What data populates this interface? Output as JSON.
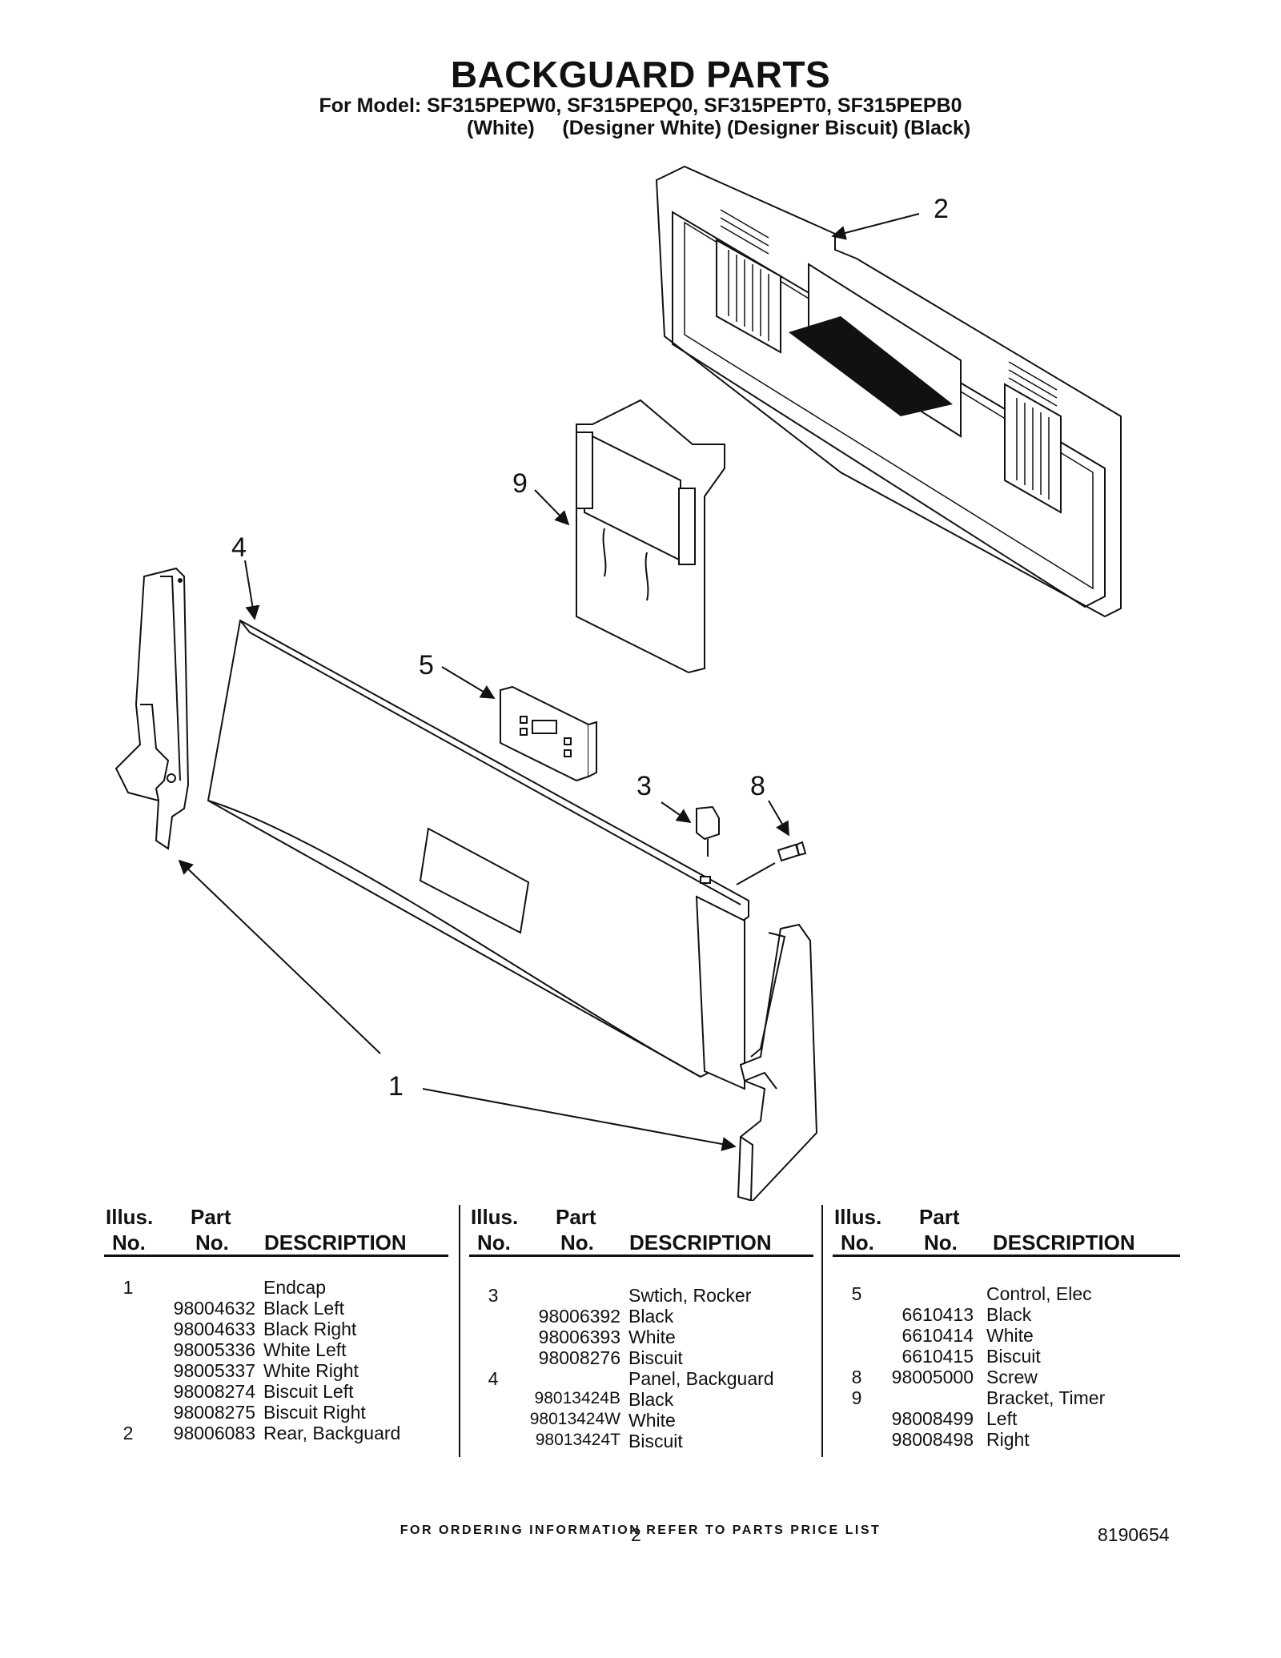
{
  "header": {
    "title": "BACKGUARD PARTS",
    "model_line": "For Model: SF315PEPW0, SF315PEPQ0, SF315PEPT0, SF315PEPB0",
    "color_line": "(White)     (Designer White) (Designer Biscuit) (Black)"
  },
  "diagram": {
    "callouts": [
      "1",
      "2",
      "3",
      "4",
      "5",
      "8",
      "9"
    ]
  },
  "table": {
    "headers": {
      "illus_top": "Illus.",
      "illus_bottom": "No.",
      "part_top": "Part",
      "part_bottom": "No.",
      "description": "DESCRIPTION"
    },
    "columns": [
      {
        "rows": [
          {
            "illus": "1",
            "part": "",
            "desc": "Endcap"
          },
          {
            "illus": "",
            "part": "98004632",
            "desc": "Black Left"
          },
          {
            "illus": "",
            "part": "98004633",
            "desc": "Black Right"
          },
          {
            "illus": "",
            "part": "98005336",
            "desc": "White Left"
          },
          {
            "illus": "",
            "part": "98005337",
            "desc": "White Right"
          },
          {
            "illus": "",
            "part": "98008274",
            "desc": "Biscuit Left"
          },
          {
            "illus": "",
            "part": "98008275",
            "desc": "Biscuit Right"
          },
          {
            "illus": "2",
            "part": "98006083",
            "desc": "Rear, Backguard"
          }
        ]
      },
      {
        "rows": [
          {
            "illus": "3",
            "part": "",
            "desc": "Swtich, Rocker"
          },
          {
            "illus": "",
            "part": "98006392",
            "desc": "Black"
          },
          {
            "illus": "",
            "part": "98006393",
            "desc": "White"
          },
          {
            "illus": "",
            "part": "98008276",
            "desc": "Biscuit"
          },
          {
            "illus": "4",
            "part": "",
            "desc": "Panel, Backguard"
          },
          {
            "illus": "",
            "part": "98013424B",
            "desc": "Black"
          },
          {
            "illus": "",
            "part": "98013424W",
            "desc": "White"
          },
          {
            "illus": "",
            "part": "98013424T",
            "desc": "Biscuit"
          }
        ]
      },
      {
        "rows": [
          {
            "illus": "5",
            "part": "",
            "desc": "Control, Elec"
          },
          {
            "illus": "",
            "part": "6610413",
            "desc": "Black"
          },
          {
            "illus": "",
            "part": "6610414",
            "desc": "White"
          },
          {
            "illus": "",
            "part": "6610415",
            "desc": "Biscuit"
          },
          {
            "illus": "8",
            "part": "98005000",
            "desc": "Screw"
          },
          {
            "illus": "9",
            "part": "",
            "desc": "Bracket, Timer"
          },
          {
            "illus": "",
            "part": "98008499",
            "desc": "Left"
          },
          {
            "illus": "",
            "part": "98008498",
            "desc": "Right"
          }
        ]
      }
    ]
  },
  "footer": {
    "ordering_note": "FOR ORDERING INFORMATION REFER TO PARTS PRICE LIST",
    "page_number": "2",
    "document_number": "8190654"
  }
}
